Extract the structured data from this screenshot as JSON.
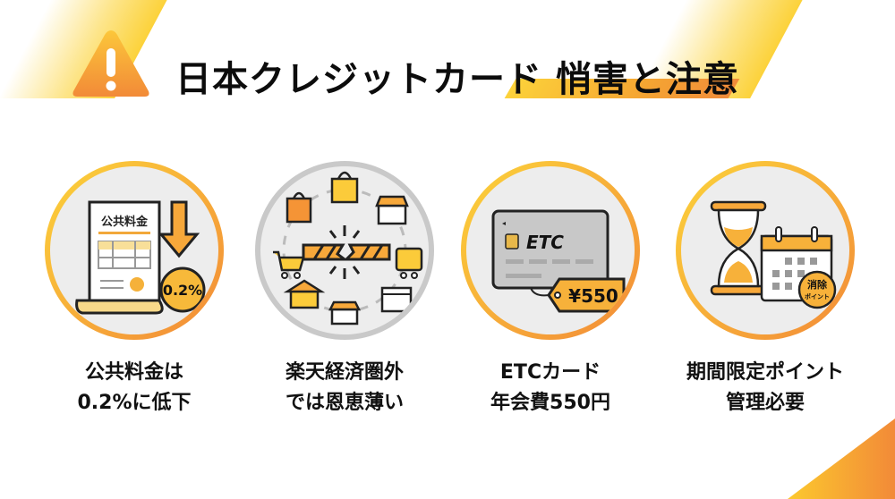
{
  "header": {
    "title": "日本クレジットカード 悄害と注意",
    "icon": "warning-triangle-icon"
  },
  "colors": {
    "accent_yellow": "#fcd23a",
    "accent_orange": "#f28a38",
    "circle_bg": "#ededed",
    "text": "#111111"
  },
  "cards": [
    {
      "icon": "utility-bill-down-icon",
      "illustration": {
        "doc_label": "公共料金",
        "badge": "0.2%"
      },
      "caption_line1": "公共料金は",
      "caption_line2": "0.2%に低下"
    },
    {
      "icon": "broken-shopping-network-icon",
      "illustration": {},
      "caption_line1": "楽天経済圏外",
      "caption_line2": "では恩恵薄い"
    },
    {
      "icon": "etc-card-price-tag-icon",
      "illustration": {
        "card_label": "ETC",
        "price_tag": "¥550"
      },
      "caption_line1": "ETCカード",
      "caption_line2": "年会費550円"
    },
    {
      "icon": "hourglass-calendar-icon",
      "illustration": {
        "badge_line1": "消除",
        "badge_line2": "ポイント"
      },
      "caption_line1": "期間限定ポイント",
      "caption_line2": "管理必要"
    }
  ]
}
